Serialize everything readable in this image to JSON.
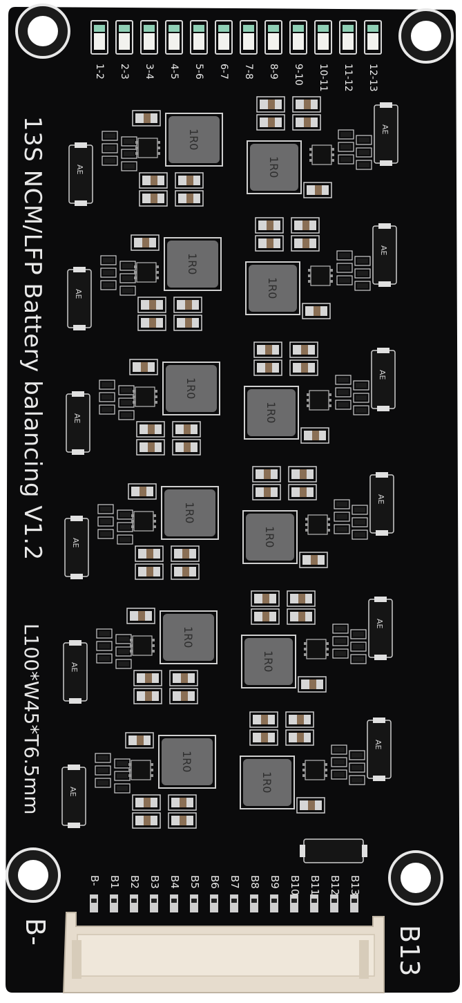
{
  "board": {
    "title": "13S NCM/LFP Battery balancing V1.2",
    "dimensions": "L100*W45*T6.5mm",
    "led_labels": [
      "1-2",
      "2-3",
      "3-4",
      "4-5",
      "5-6",
      "6-7",
      "7-8",
      "8-9",
      "9-10",
      "10-11",
      "11-12",
      "12-13"
    ],
    "pin_labels": [
      "B-",
      "B1",
      "B2",
      "B3",
      "B4",
      "B5",
      "B6",
      "B7",
      "B8",
      "B9",
      "B10",
      "B11",
      "B12",
      "B13"
    ],
    "corner_left": "B-",
    "corner_right": "B13",
    "inductor_mark": "1R0",
    "diode_mark": "AE"
  },
  "colors": {
    "pcb": "#0b0b0c",
    "background": "#ffffff",
    "silkscreen": "#e9e9e9",
    "inductor": "#6b6b6c",
    "cap": "#8a6f55",
    "connector": "#e6dccd"
  }
}
